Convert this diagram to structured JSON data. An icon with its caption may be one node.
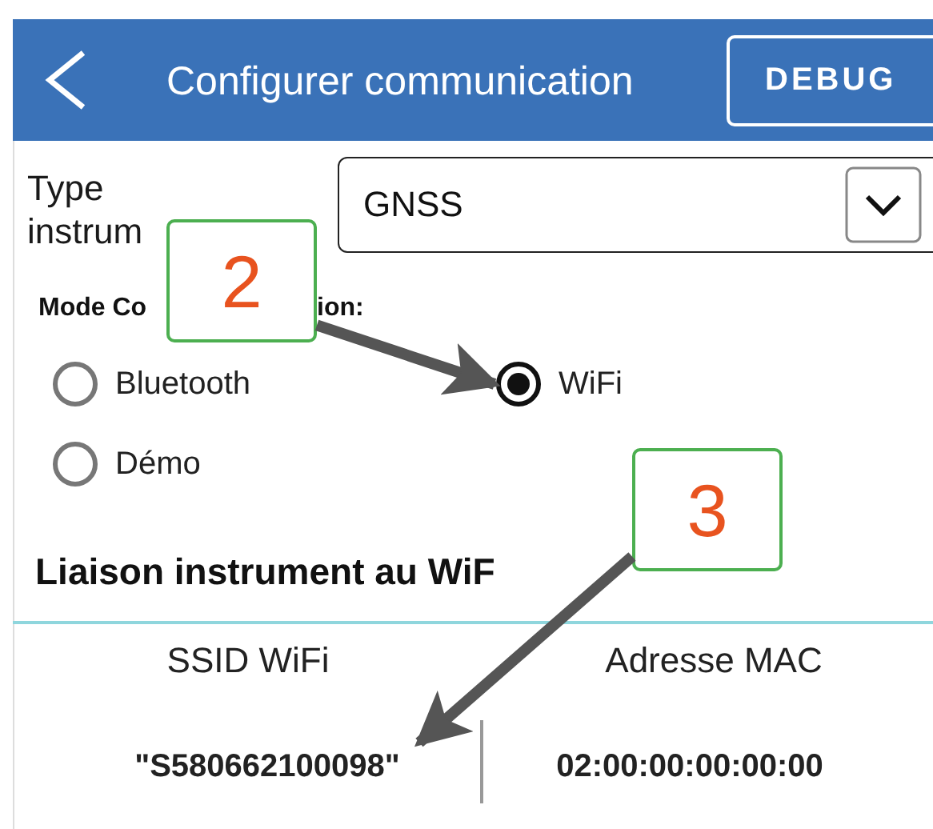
{
  "diagram": {
    "nodes": [
      {
        "text": [
          "2"
        ]
      },
      {
        "text": [
          "WiFi"
        ]
      },
      {
        "text": [
          "3"
        ]
      },
      {
        "text": [
          "\"S580662100098\""
        ]
      }
    ],
    "edges": [
      {
        "from": 0,
        "to": 1,
        "arrow": "to"
      },
      {
        "from": 2,
        "to": 3,
        "arrow": "to"
      }
    ],
    "labels": [
      "Configurer communication",
      "DEBUG",
      "Type instrum",
      "GNSS",
      "Mode Co",
      "ion:",
      "Bluetooth",
      "Démo",
      "Liaison instrument au WiF",
      "SSID WiFi",
      "Adresse MAC",
      "02:00:00:00:00:00"
    ]
  }
}
